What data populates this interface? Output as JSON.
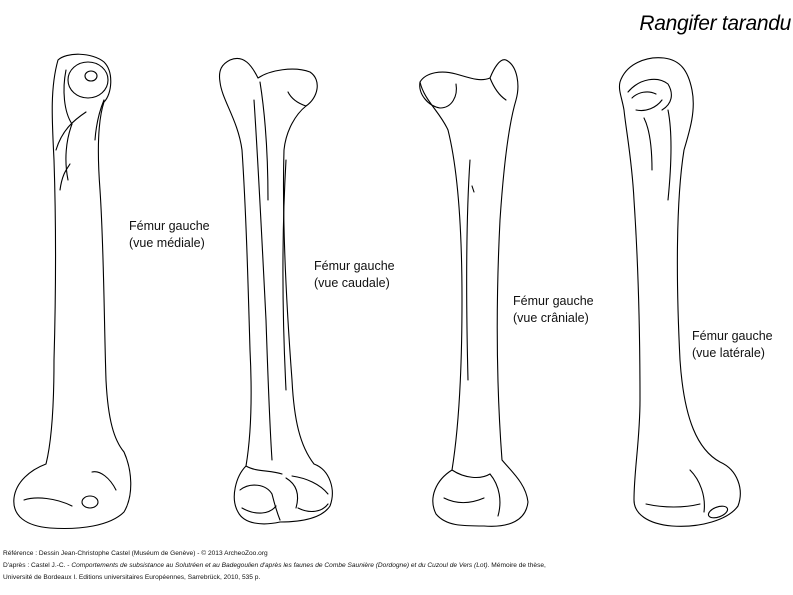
{
  "title": "Rangifer tarandu",
  "labels": [
    {
      "line1": "Fémur gauche",
      "line2": "(vue médiale)"
    },
    {
      "line1": "Fémur gauche",
      "line2": "(vue caudale)"
    },
    {
      "line1": "Fémur gauche",
      "line2": "(vue crâniale)"
    },
    {
      "line1": "Fémur gauche",
      "line2": "(vue latérale)"
    }
  ],
  "footer": {
    "line1": "Référence : Dessin Jean-Christophe Castel (Muséum de Genève) - © 2013 ArcheoZoo.org",
    "line2_prefix": "D'après : Castel J.-C. - ",
    "line2_italic": "Comportements de subsistance au Solutréen et au Badegoulien d'après les faunes de Combe Saunière (Dordogne) et du Cuzoul de Vers (Lot).",
    "line2_suffix": " Mémoire de thèse,",
    "line3": "Université de Bordeaux I. Editions universitaires Européennes, Sarrebrück, 2010, 535 p."
  }
}
